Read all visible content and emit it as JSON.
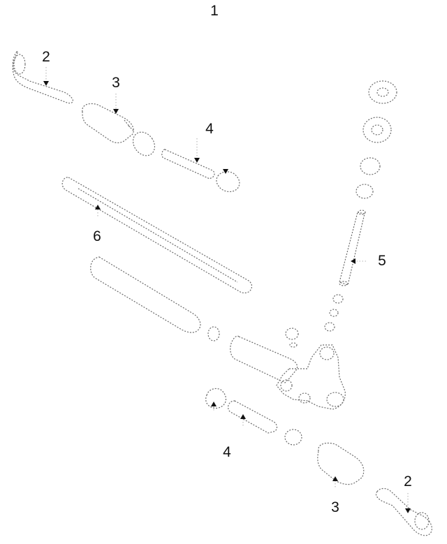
{
  "diagram": {
    "title": "1",
    "callouts": [
      {
        "id": "tie-rod-end-upper",
        "label": "2"
      },
      {
        "id": "boot-upper",
        "label": "3"
      },
      {
        "id": "inner-tie-rod-upper",
        "label": "4"
      },
      {
        "id": "pinion-shaft",
        "label": "5"
      },
      {
        "id": "rack-shaft",
        "label": "6"
      },
      {
        "id": "inner-tie-rod-lower",
        "label": "4"
      },
      {
        "id": "boot-lower",
        "label": "3"
      },
      {
        "id": "tie-rod-end-lower",
        "label": "2"
      }
    ]
  }
}
